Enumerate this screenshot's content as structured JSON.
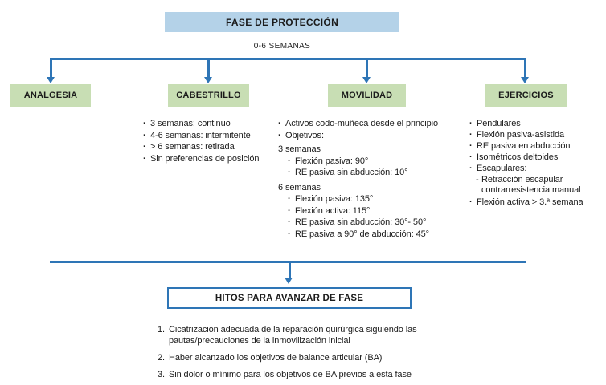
{
  "header": {
    "title": "FASE DE PROTECCIÓN",
    "duration": "0-6 SEMANAS"
  },
  "markers": {
    "bullet": "·",
    "dash": "-"
  },
  "branches": {
    "analgesia": {
      "label": "ANALGESIA"
    },
    "cabestrillo": {
      "label": "CABESTRILLO",
      "items": [
        "3 semanas: continuo",
        "4-6 semanas: intermitente",
        "> 6 semanas: retirada",
        "Sin preferencias de posición"
      ]
    },
    "movilidad": {
      "label": "MOVILIDAD",
      "items": [
        "Activos codo-muñeca desde el principio",
        "Objetivos:"
      ],
      "week3": {
        "heading": "3 semanas",
        "items": [
          "Flexión pasiva: 90°",
          "RE pasiva sin abducción: 10°"
        ]
      },
      "week6": {
        "heading": "6 semanas",
        "items": [
          "Flexión pasiva: 135°",
          "Flexión activa: 115°",
          "RE pasiva sin abducción: 30°- 50°",
          "RE pasiva a 90° de abducción: 45°"
        ]
      }
    },
    "ejercicios": {
      "label": "EJERCICIOS",
      "items": [
        "Pendulares",
        "Flexión pasiva-asistida",
        "RE pasiva en abducción",
        "Isométricos deltoides",
        "Escapulares:"
      ],
      "sub_items": [
        "Retracción escapular contrarresistencia manual"
      ],
      "items_after": [
        "Flexión activa > 3.ª semana"
      ]
    }
  },
  "milestones": {
    "title": "HITOS PARA AVANZAR DE FASE",
    "numbers": [
      "1.",
      "2.",
      "3."
    ],
    "items": [
      "Cicatrización adecuada de la reparación quirúrgica siguiendo las pautas/precauciones de la inmovilización inicial",
      "Haber alcanzado los objetivos de balance articular (BA)",
      "Sin dolor o mínimo para los objetivos de BA previos a esta fase"
    ]
  },
  "colors": {
    "phase_box_fill": "#B4D2E8",
    "branch_box_fill": "#C8DEB4",
    "connector_blue": "#2E75B6",
    "text": "#1B1B1B"
  }
}
